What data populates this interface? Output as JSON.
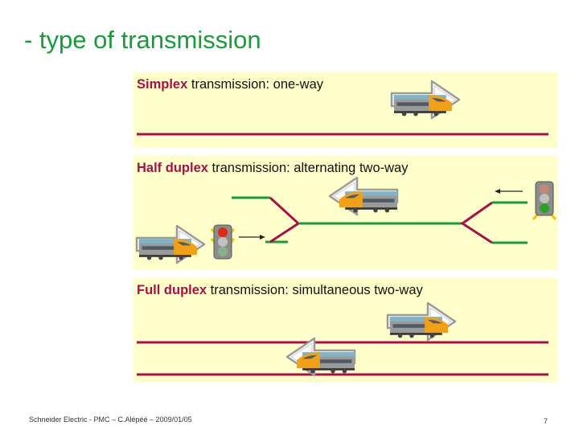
{
  "slide": {
    "title": "- type of transmission",
    "footer": "Schneider Electric - PMC – C.Alépéé – 2009/01/05",
    "page_number": "7"
  },
  "panels": {
    "simplex": {
      "keyword": "Simplex",
      "rest": " transmission: one-way"
    },
    "half_duplex": {
      "keyword": "Half duplex",
      "rest": " transmission: alternating two-way"
    },
    "full_duplex": {
      "keyword": "Full duplex",
      "rest": " transmission: simultaneous two-way"
    }
  },
  "colors": {
    "title": "#1a9a3a",
    "keyword": "#a8104a",
    "panel_bg": "#ffffcc",
    "track_red": "#a8104a",
    "track_green": "#1a9a3a"
  },
  "icons": [
    "train-icon",
    "arrow-right-icon",
    "arrow-left-icon",
    "traffic-light-icon"
  ]
}
